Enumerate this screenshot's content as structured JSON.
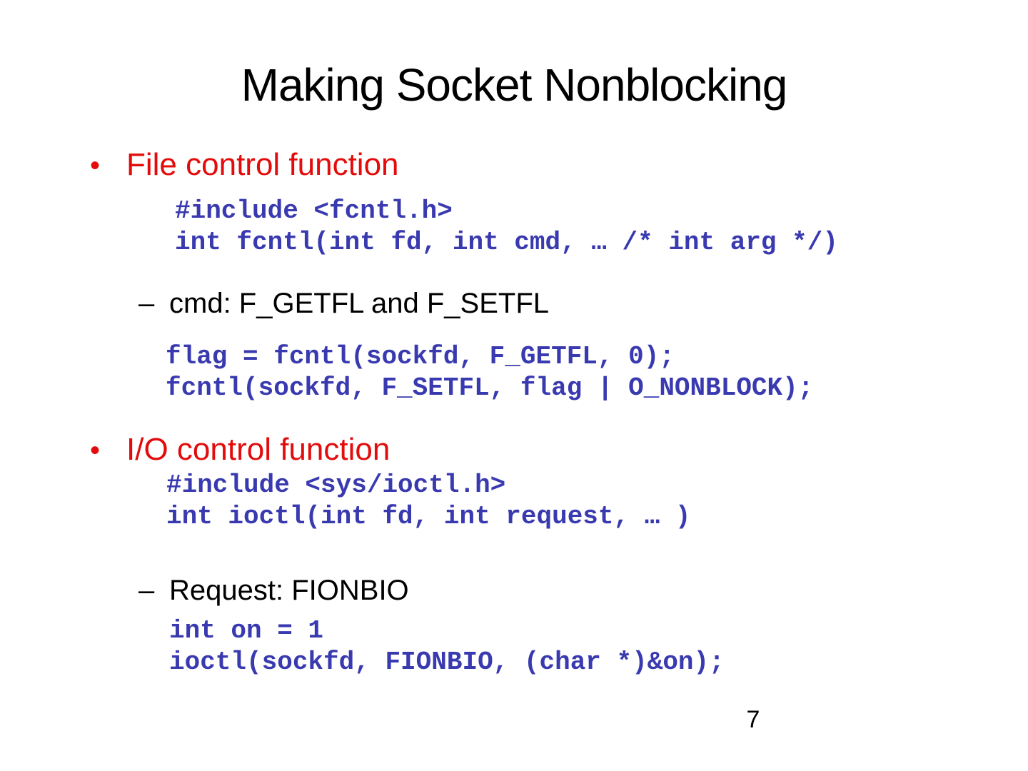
{
  "slide": {
    "title": "Making Socket Nonblocking",
    "page_number": "7",
    "markers": {
      "bullet": "•",
      "dash": "–"
    },
    "colors": {
      "heading_red": "#e30b0b",
      "code_blue": "#3a3ab0",
      "body_black": "#000000",
      "background": "#ffffff"
    },
    "sections": [
      {
        "heading": "File control function",
        "prototype_code": [
          "#include <fcntl.h>",
          "int fcntl(int fd, int cmd, … /* int arg */)"
        ],
        "sub_item": "cmd: F_GETFL and F_SETFL",
        "example_code": [
          "flag = fcntl(sockfd, F_GETFL, 0);",
          "fcntl(sockfd, F_SETFL, flag | O_NONBLOCK);"
        ]
      },
      {
        "heading": "I/O control function",
        "prototype_code": [
          "#include <sys/ioctl.h>",
          "int ioctl(int fd, int request, … )"
        ],
        "sub_item": "Request: FIONBIO",
        "example_code": [
          "int on = 1",
          "ioctl(sockfd, FIONBIO, (char *)&on);"
        ]
      }
    ]
  }
}
